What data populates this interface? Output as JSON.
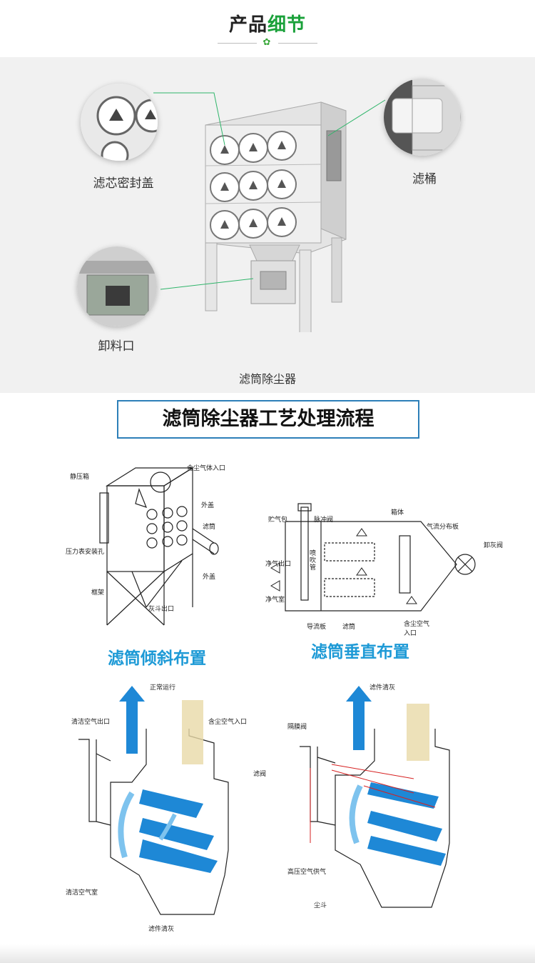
{
  "header": {
    "title_black": "产品",
    "title_green": "细节"
  },
  "details": {
    "seal_cover": "滤芯密封盖",
    "filter_barrel": "滤桶",
    "discharge": "卸料口",
    "product_caption": "滤筒除尘器"
  },
  "process_title": "滤筒除尘器工艺处理流程",
  "diagram1": {
    "caption": "滤筒倾斜布置",
    "labels": {
      "static_box": "静压箱",
      "dust_inlet": "含尘气体入口",
      "outer_cover": "外盖",
      "filter": "滤筒",
      "outer_cover2": "外盖",
      "gauge_hole": "压力表安装孔",
      "frame": "框架",
      "ash_outlet": "灰斗出口"
    }
  },
  "diagram2": {
    "caption": "滤筒垂直布置",
    "labels": {
      "air_bag": "贮气包",
      "pulse_valve": "脉冲阀",
      "box": "箱体",
      "flow_plate": "气流分布板",
      "ash_valve": "卸灰阀",
      "clean_outlet": "净气出口",
      "blow_pipe": "喷吹管",
      "clean_room": "净气室",
      "guide_plate": "导流板",
      "filter": "滤筒",
      "dust_inlet": "含尘空气入口"
    }
  },
  "diagram3": {
    "caption": "正常运行",
    "labels": {
      "clean_outlet": "清洁空气出口",
      "dust_inlet": "含尘空气入口",
      "filter": "滤阀",
      "clean_room": "清洁空气室",
      "bottom": "滤件清灰"
    }
  },
  "diagram4": {
    "caption": "滤件清灰",
    "labels": {
      "diaphragm": "隔膜阀",
      "hp_air": "高压空气供气",
      "hopper": "尘斗"
    }
  },
  "colors": {
    "green": "#1aa13a",
    "blue": "#1e9ad6",
    "frame": "#2d7fb8"
  }
}
